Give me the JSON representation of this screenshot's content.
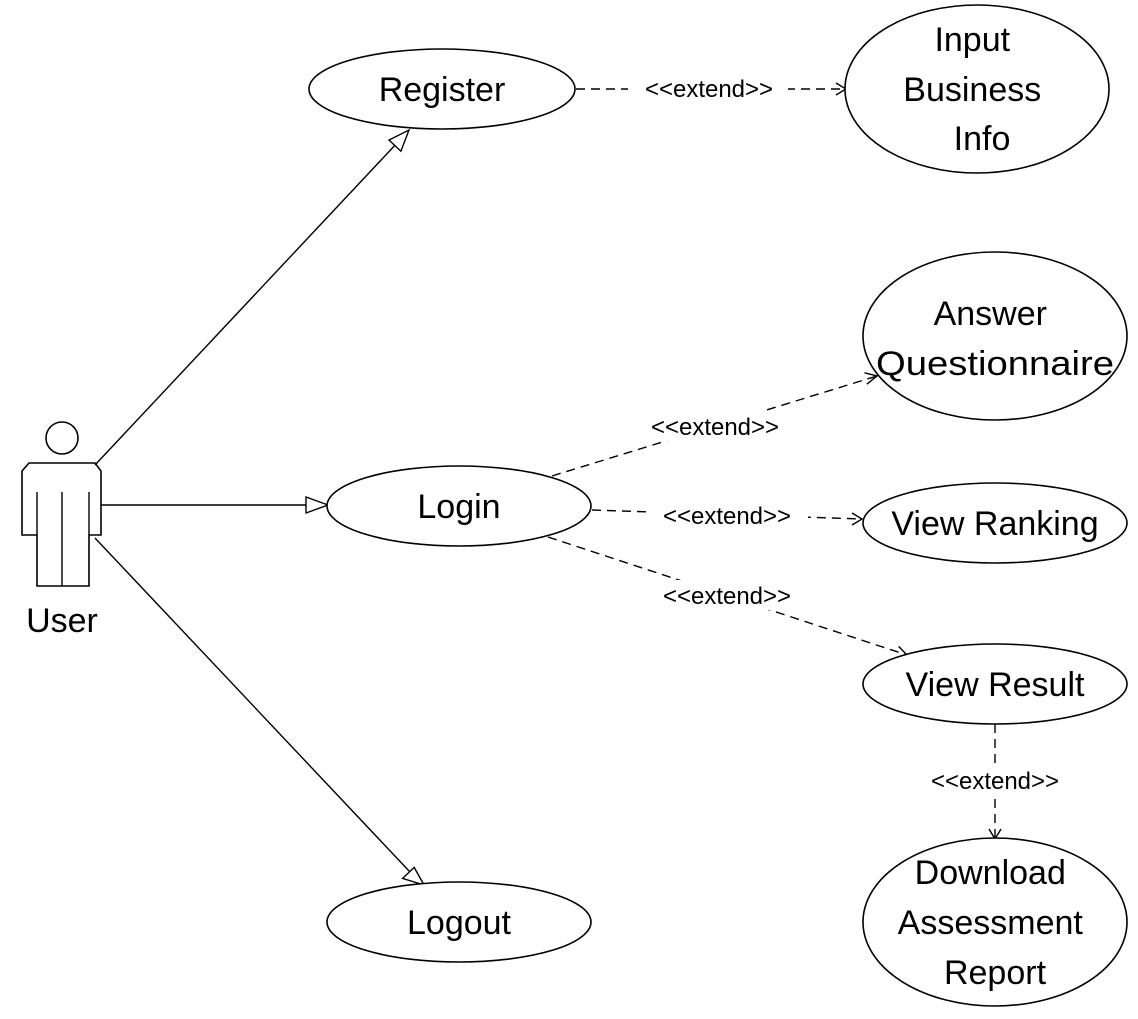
{
  "actor": {
    "name": "User"
  },
  "use_cases": {
    "register": "Register",
    "input_business_info": [
      "Input",
      "Business",
      "Info"
    ],
    "login": "Login",
    "logout": "Logout",
    "answer_questionnaire": [
      "Answer",
      "Questionnaire"
    ],
    "view_ranking": "View Ranking",
    "view_result": "View Result",
    "download_assessment_report": [
      "Download",
      "Assessment",
      "Report"
    ]
  },
  "relationships": [
    {
      "from": "User",
      "to": "Register",
      "kind": "association"
    },
    {
      "from": "User",
      "to": "Login",
      "kind": "association"
    },
    {
      "from": "User",
      "to": "Logout",
      "kind": "association"
    },
    {
      "from": "Register",
      "to": "Input Business Info",
      "kind": "extend",
      "label": "<<extend>>"
    },
    {
      "from": "Login",
      "to": "Answer Questionnaire",
      "kind": "extend",
      "label": "<<extend>>"
    },
    {
      "from": "Login",
      "to": "View Ranking",
      "kind": "extend",
      "label": "<<extend>>"
    },
    {
      "from": "Login",
      "to": "View Result",
      "kind": "extend",
      "label": "<<extend>>"
    },
    {
      "from": "View Result",
      "to": "Download Assessment Report",
      "kind": "extend",
      "label": "<<extend>>"
    }
  ]
}
